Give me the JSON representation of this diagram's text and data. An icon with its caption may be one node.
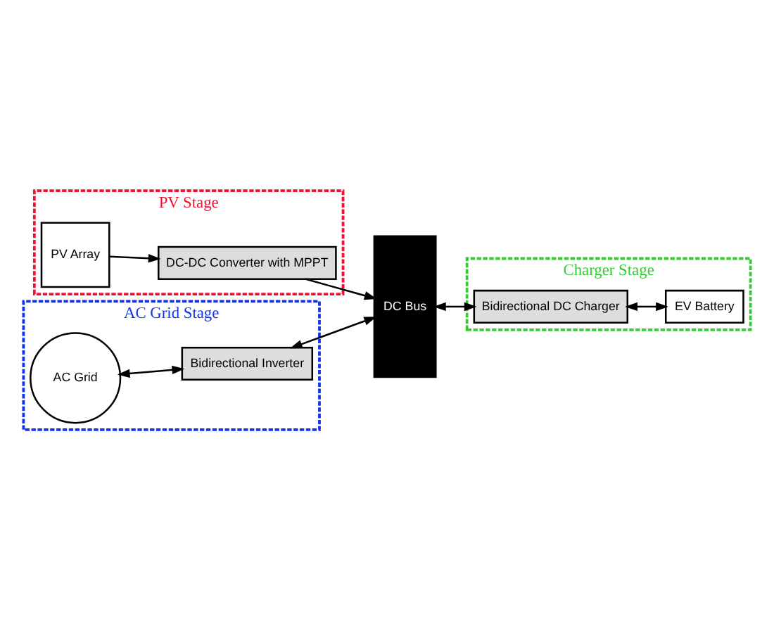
{
  "diagram": {
    "nodes": [
      {
        "text": [
          "PV Stage"
        ]
      },
      {
        "text": [
          "PV Array"
        ],
        "in": 0
      },
      {
        "text": [
          "DC-DC Converter with MPPT"
        ],
        "in": 0
      },
      {
        "text": [
          "Charger Stage"
        ]
      },
      {
        "text": [
          "Bidirectional DC Charger"
        ],
        "in": 3
      },
      {
        "text": [
          "EV Battery"
        ],
        "in": 3
      },
      {
        "text": [
          "AC Grid Stage"
        ]
      },
      {
        "text": [
          "AC Grid"
        ],
        "in": 6
      },
      {
        "text": [
          "Bidirectional Inverter"
        ],
        "in": 6
      },
      {
        "text": [
          "DC Bus"
        ]
      }
    ],
    "edges": [
      {
        "from": 1,
        "to": 2,
        "arrow": "to"
      },
      {
        "from": 2,
        "to": 9,
        "arrow": "to"
      },
      {
        "from": 9,
        "to": 4,
        "arrow": "both"
      },
      {
        "from": 4,
        "to": 5,
        "arrow": "both"
      },
      {
        "from": 7,
        "to": 8,
        "arrow": "both"
      },
      {
        "from": 8,
        "to": 9,
        "arrow": "both"
      }
    ]
  }
}
